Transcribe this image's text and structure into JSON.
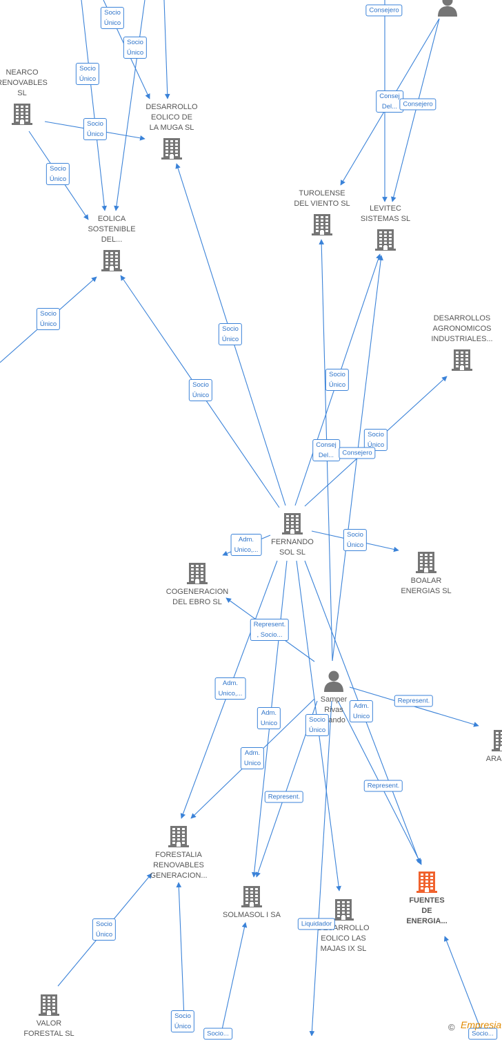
{
  "nodes": [
    {
      "id": "nearco",
      "label": "NEARCO\nRENOVABLES\nSL",
      "type": "company",
      "labelAbove": true
    },
    {
      "id": "muga",
      "label": "DESARROLLO\nEOLICO DE\nLA MUGA SL",
      "type": "company",
      "labelAbove": true
    },
    {
      "id": "eolica",
      "label": "EOLICA\nSOSTENIBLE\nDEL...",
      "type": "company",
      "labelAbove": true
    },
    {
      "id": "turolense",
      "label": "TUROLENSE\nDEL VIENTO SL",
      "type": "company",
      "labelAbove": true
    },
    {
      "id": "levitec",
      "label": "LEVITEC\nSISTEMAS  SL",
      "type": "company",
      "labelAbove": true
    },
    {
      "id": "agronomicos",
      "label": "DESARROLLOS\nAGRONOMICOS\nINDUSTRIALES...",
      "type": "company",
      "labelAbove": true
    },
    {
      "id": "fernando",
      "label": "FERNANDO\nSOL SL",
      "type": "company",
      "labelAbove": false
    },
    {
      "id": "cogeneracion",
      "label": "COGENERACION\nDEL EBRO  SL",
      "type": "company",
      "labelAbove": false
    },
    {
      "id": "boalar",
      "label": "BOALAR\nENERGIAS  SL",
      "type": "company",
      "labelAbove": false
    },
    {
      "id": "samper",
      "label": "Samper\nRivas\n...ando",
      "type": "person",
      "labelAbove": false
    },
    {
      "id": "arape",
      "label": "ARAPE...",
      "type": "company",
      "labelAbove": false
    },
    {
      "id": "forestalia",
      "label": "FORESTALIA\nRENOVABLES\nGENERACION...",
      "type": "company",
      "labelAbove": false
    },
    {
      "id": "solmasol",
      "label": "SOLMASOL I SA",
      "type": "company",
      "labelAbove": false
    },
    {
      "id": "majas",
      "label": "DESARROLLO\nEOLICO LAS\nMAJAS IX  SL",
      "type": "company",
      "labelAbove": false
    },
    {
      "id": "fuentes",
      "label": "FUENTES\nDE\nENERGIA...",
      "type": "company",
      "focus": true,
      "labelAbove": false
    },
    {
      "id": "valor",
      "label": "VALOR\nFORESTAL SL",
      "type": "company",
      "labelAbove": false
    },
    {
      "id": "toperson",
      "label": "",
      "type": "person",
      "labelAbove": false
    }
  ],
  "edge_labels": [
    {
      "text": "Socio\nÚnico"
    },
    {
      "text": "Socio\nÚnico"
    },
    {
      "text": "Socio\nÚnico"
    },
    {
      "text": "Socio\nÚnico"
    },
    {
      "text": "Socio\nÚnico"
    },
    {
      "text": "Socio\nÚnico"
    },
    {
      "text": "Consejero"
    },
    {
      "text": "Consej\nDel..."
    },
    {
      "text": "Consejero"
    },
    {
      "text": "Socio\nÚnico"
    },
    {
      "text": "Socio\nÚnico"
    },
    {
      "text": "Socio\nÚnico"
    },
    {
      "text": "Socio\nÚnico"
    },
    {
      "text": "Consej\nDel..."
    },
    {
      "text": "Consejero"
    },
    {
      "text": "Adm.\nUnico,..."
    },
    {
      "text": "Socio\nÚnico"
    },
    {
      "text": "Represent.\n, Socio..."
    },
    {
      "text": "Adm.\nUnico,..."
    },
    {
      "text": "Adm.\nUnico"
    },
    {
      "text": "Adm.\nUnico"
    },
    {
      "text": "Socio\nÚnico"
    },
    {
      "text": "Adm.\nUnico"
    },
    {
      "text": "Represent."
    },
    {
      "text": "Represent."
    },
    {
      "text": "Represent."
    },
    {
      "text": "Liquidador"
    },
    {
      "text": "Socio\nÚnico"
    },
    {
      "text": "Socio\nÚnico"
    },
    {
      "text": "Socio..."
    },
    {
      "text": "Socio..."
    }
  ],
  "footer": {
    "copyright": "©",
    "brand": "Empresia"
  },
  "colors": {
    "edge": "#3a82d8",
    "company": "#757575",
    "focus": "#f0622e",
    "person": "#757575"
  }
}
